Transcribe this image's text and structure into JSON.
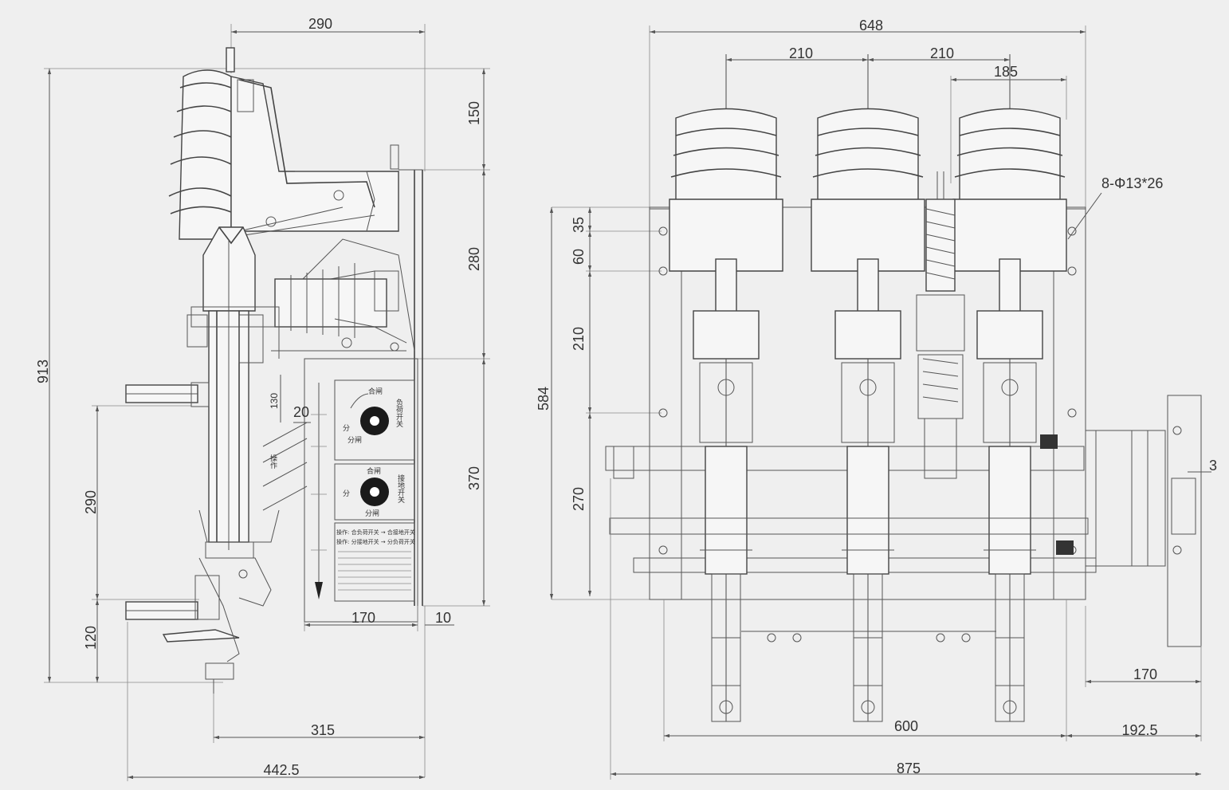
{
  "side_view": {
    "dims": {
      "width_top": "290",
      "height_total": "913",
      "h_150": "150",
      "h_280": "280",
      "h_370": "370",
      "h_290": "290",
      "h_120": "120",
      "d_130": "130",
      "d_20": "20",
      "w_170": "170",
      "w_10": "10",
      "w_315": "315",
      "w_4425": "442.5"
    },
    "panel": {
      "top_close": "合闸",
      "top_open": "分闸",
      "top_side": "负荷开关",
      "top_left": "分",
      "bottom_close": "合闸",
      "bottom_open": "分闸",
      "bottom_side": "接地开关",
      "bottom_left": "分",
      "note1": "操作: 合负荷开关 → 合接地开关",
      "note2": "操作: 分接地开关 → 分负荷开关",
      "side_text": "操作"
    }
  },
  "front_view": {
    "dims": {
      "w_648": "648",
      "w_210a": "210",
      "w_210b": "210",
      "w_185": "185",
      "hole_spec": "8-Φ13*26",
      "h_35": "35",
      "h_60": "60",
      "h_210": "210",
      "h_584": "584",
      "h_270": "270",
      "w_3": "3",
      "w_170": "170",
      "w_600": "600",
      "w_1925": "192.5",
      "w_875": "875"
    }
  },
  "colors": {
    "background": "#efefef",
    "line": "#555555",
    "text": "#333333"
  }
}
